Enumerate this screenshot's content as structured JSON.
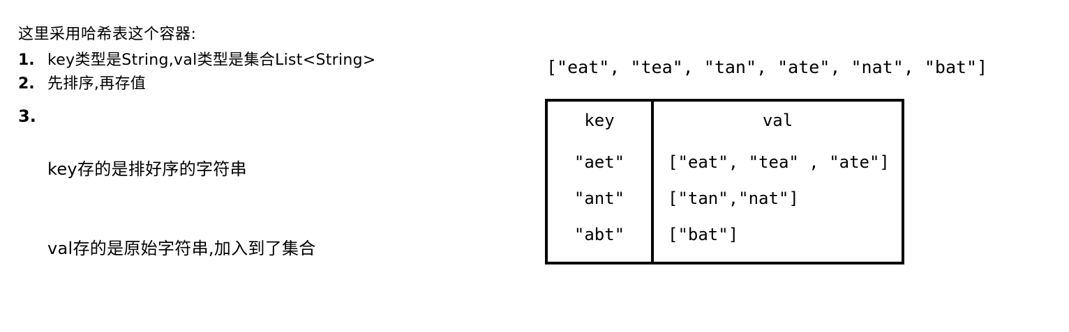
{
  "notes": {
    "title": "这里采用哈希表这个容器:",
    "items": [
      {
        "num": "1.",
        "lines": [
          "key类型是String,val类型是集合List<String>"
        ]
      },
      {
        "num": "2.",
        "lines": [
          "先排序,再存值"
        ]
      },
      {
        "num": "3.",
        "lines": [
          "key存的是排好序的字符串",
          "val存的是原始字符串,加入到了集合"
        ]
      }
    ]
  },
  "input": {
    "array_label": "[\"eat\", \"tea\", \"tan\", \"ate\", \"nat\", \"bat\"]"
  },
  "table": {
    "headers": {
      "key": "key",
      "val": "val"
    },
    "rows": [
      {
        "key": "\"aet\"",
        "val": "[\"eat\", \"tea\" , \"ate\"]"
      },
      {
        "key": "\"ant\"",
        "val": "[\"tan\",\"nat\"]"
      },
      {
        "key": "\"abt\"",
        "val": "[\"bat\"]"
      }
    ]
  },
  "colors": {
    "background": "#ffffff",
    "text": "#000000",
    "border": "#000000"
  }
}
